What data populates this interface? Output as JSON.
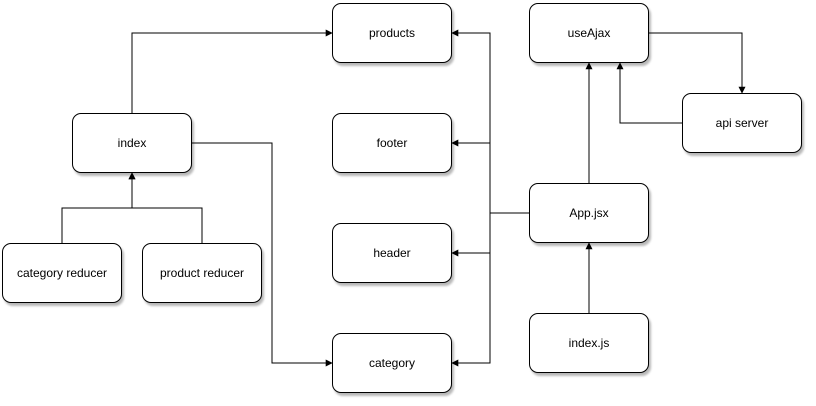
{
  "nodes": {
    "products": "products",
    "footer": "footer",
    "header": "header",
    "category": "category",
    "index": "index",
    "category_reducer": "category reducer",
    "product_reducer": "product reducer",
    "useAjax": "useAjax",
    "api_server": "api server",
    "app_jsx": "App.jsx",
    "index_js": "index.js"
  },
  "edges": [
    {
      "from": "index",
      "to": "products"
    },
    {
      "from": "index",
      "to": "category"
    },
    {
      "from": "category_reducer",
      "to": "index"
    },
    {
      "from": "product_reducer",
      "to": "index"
    },
    {
      "from": "app_jsx",
      "to": "products"
    },
    {
      "from": "app_jsx",
      "to": "footer"
    },
    {
      "from": "app_jsx",
      "to": "header"
    },
    {
      "from": "app_jsx",
      "to": "category"
    },
    {
      "from": "app_jsx",
      "to": "useAjax"
    },
    {
      "from": "index_js",
      "to": "app_jsx"
    },
    {
      "from": "useAjax",
      "to": "api_server"
    },
    {
      "from": "api_server",
      "to": "useAjax"
    }
  ]
}
